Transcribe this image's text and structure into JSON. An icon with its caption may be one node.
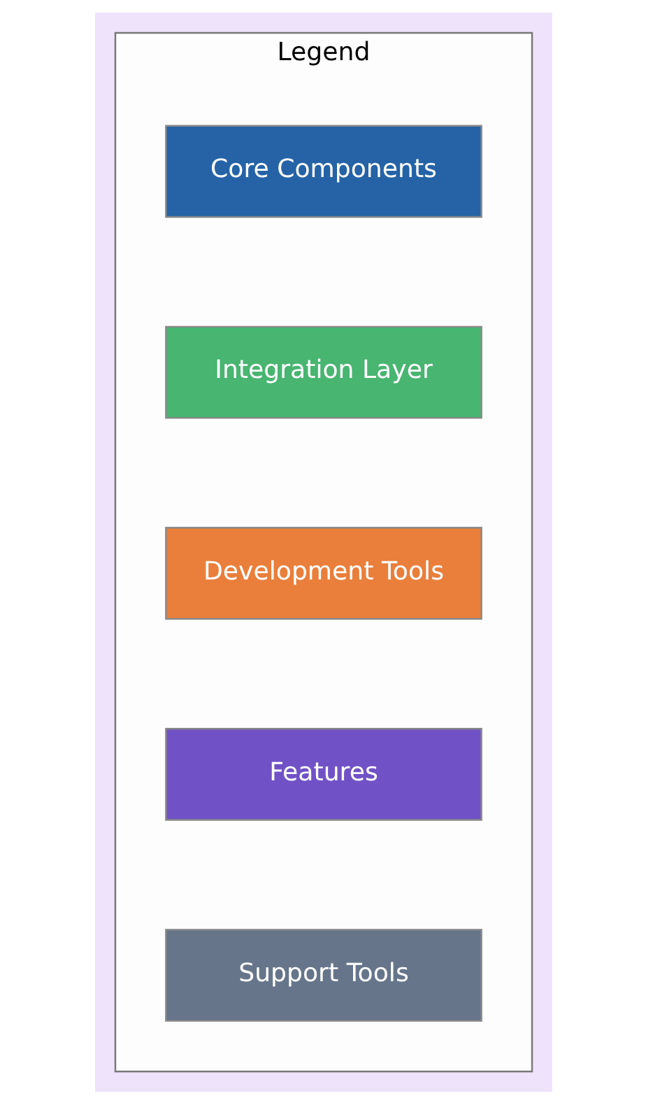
{
  "diagram": {
    "nodes": [
      {
        "text": [
          "Legend"
        ]
      },
      {
        "text": [
          "Core Components"
        ],
        "in": 0
      },
      {
        "text": [
          "Integration Layer"
        ],
        "in": 0
      },
      {
        "text": [
          "Development Tools"
        ],
        "in": 0
      },
      {
        "text": [
          "Features"
        ],
        "in": 0
      },
      {
        "text": [
          "Support Tools"
        ],
        "in": 0
      }
    ]
  }
}
